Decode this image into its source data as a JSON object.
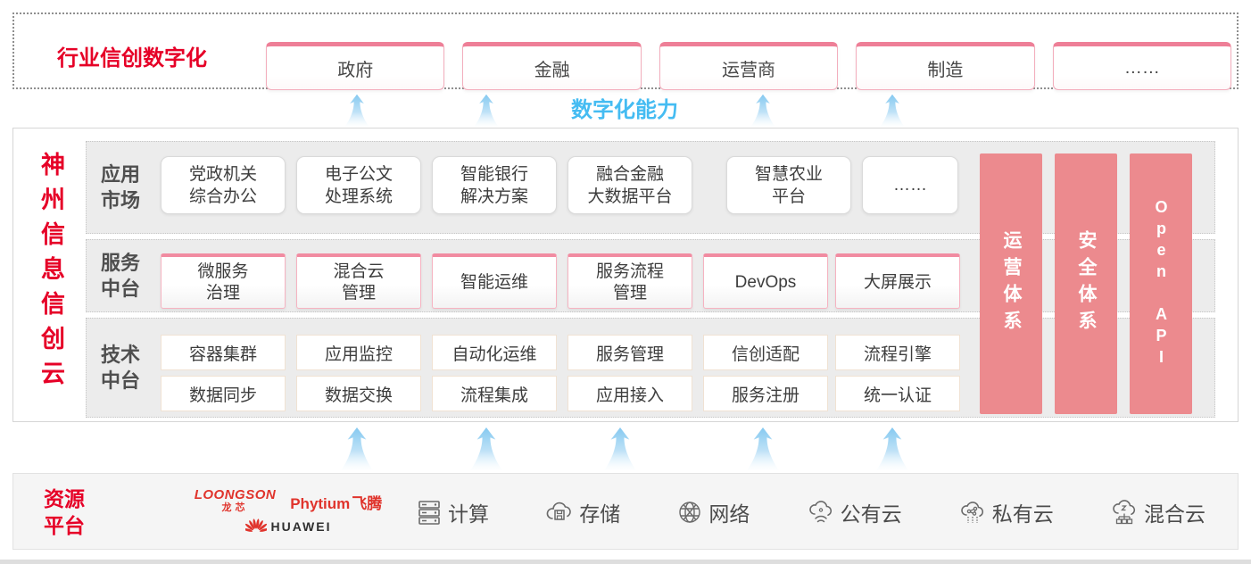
{
  "top_banner": {
    "title": "行业信创数字化",
    "industries": [
      "政府",
      "金融",
      "运营商",
      "制造",
      "……"
    ]
  },
  "capability_label": "数字化能力",
  "platform": {
    "vertical_title": "神州信息信创云",
    "app_row": {
      "label": "应用\n市场",
      "items": [
        "党政机关\n综合办公",
        "电子公文\n处理系统",
        "智能银行\n解决方案",
        "融合金融\n大数据平台",
        "智慧农业\n平台",
        "……"
      ]
    },
    "service_row": {
      "label": "服务\n中台",
      "items": [
        "微服务\n治理",
        "混合云\n管理",
        "智能运维",
        "服务流程\n管理",
        "DevOps",
        "大屏展示"
      ]
    },
    "tech_row": {
      "label": "技术\n中台",
      "items_top": [
        "容器集群",
        "应用监控",
        "自动化运维",
        "服务管理",
        "信创适配",
        "流程引擎"
      ],
      "items_bottom": [
        "数据同步",
        "数据交换",
        "流程集成",
        "应用接入",
        "服务注册",
        "统一认证"
      ]
    },
    "side_bars": [
      "运营体系",
      "安全体系",
      "Open API"
    ]
  },
  "resources": {
    "label": "资源\n平台",
    "vendors": {
      "loongson": "LOONGSON",
      "loongson_cn": "龙芯",
      "phytium": "Phytium",
      "phytium_cn": "飞腾",
      "huawei": "HUAWEI"
    },
    "items": [
      {
        "icon": "compute-icon",
        "label": "计算"
      },
      {
        "icon": "storage-icon",
        "label": "存储"
      },
      {
        "icon": "network-icon",
        "label": "网络"
      },
      {
        "icon": "public-cloud-icon",
        "label": "公有云"
      },
      {
        "icon": "private-cloud-icon",
        "label": "私有云"
      },
      {
        "icon": "hybrid-cloud-icon",
        "label": "混合云"
      }
    ]
  },
  "colors": {
    "brand_red": "#e60027",
    "bar_pink": "#ec8a8e",
    "accent_blue": "#45bcf2",
    "pink_box_border": "#f6b3c1",
    "pink_box_top": "#f18ba1"
  }
}
